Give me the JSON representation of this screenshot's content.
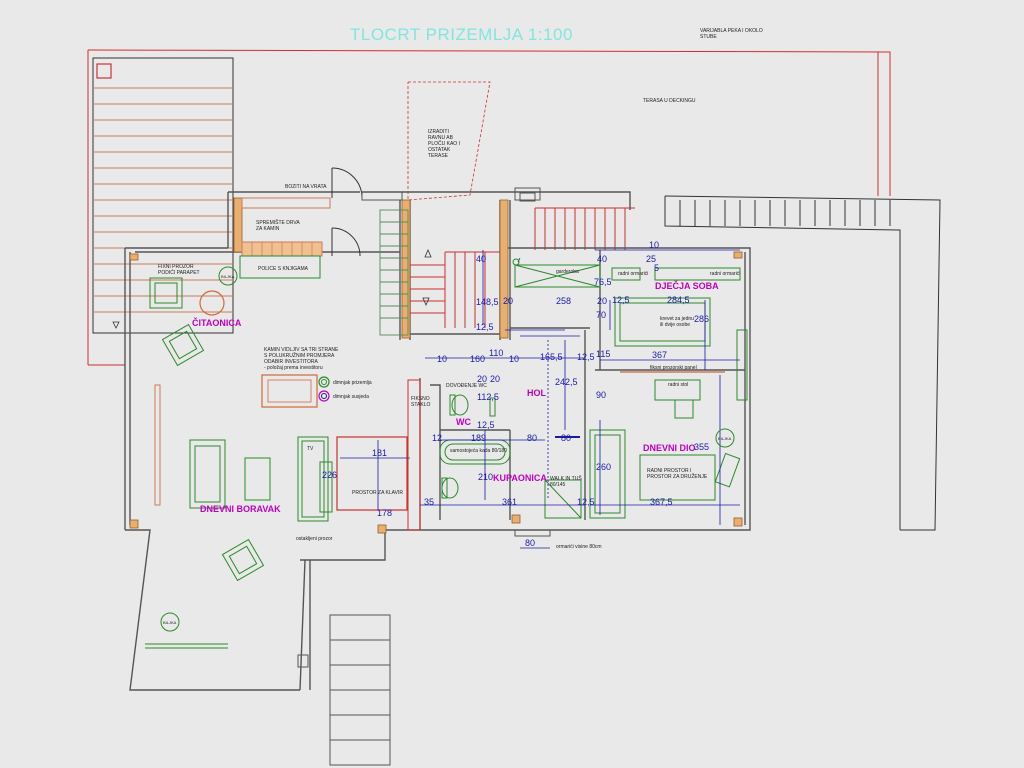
{
  "title": "TLOCRT PRIZEMLJA 1:100",
  "rooms": {
    "citaonica": "ČITAONICA",
    "dnevni_boravak": "DNEVNI BORAVAK",
    "wc": "WC",
    "hol": "HOL",
    "kupaonica": "KUPAONICA",
    "djecja_soba": "DJEČJA SOBA",
    "dnevni_dio": "DNEVNI DIO"
  },
  "notes": {
    "varijabla": [
      "VARIJABLA PEKA I OKOLO",
      "STUBE"
    ],
    "terasa": "TERASA U DECKINGU",
    "izraditi": [
      "IZRADITI",
      "RAVNU AB",
      "PLOČU KAO I",
      "OSTATAK",
      "TERASE"
    ],
    "bozici": "BOZITI NA VRATA",
    "spremiste": [
      "SPREMIŠTE DRVA",
      "ZA KAMIN"
    ],
    "police": "POLICE S KNJIGAMA",
    "fiksni": [
      "FIXNI PROZOR",
      "PODIĆI PARAPET"
    ],
    "kamin": [
      "KAMIN VIDLJIV SA TRI STRANE",
      "S POLUKRUŽNIM PROMJERA",
      "ODABIR INVESTITORA",
      "- položaj prema investitoru"
    ],
    "dimnjak_prizemlja": "dimnjak prizemlja",
    "dimnjak_susjeda": "dimnjak susjeda",
    "fiksno_staklo": [
      "FIKSNO",
      "STAKLO"
    ],
    "dovodjenje_wc": "DOVOĐENJE WC",
    "garderoba": "garderoba",
    "radni_ormarici": "radni ormarići",
    "krevet": [
      "krevet za jednu",
      "ili dvije osobe"
    ],
    "fiksni_prozorski_panel": "fiksni prozorski panel",
    "radni_stol": "radni stol",
    "samostojeca_kada": "samostojeća kada 80/180",
    "walk_in": [
      "WALK IN TUŠ",
      "80/145"
    ],
    "tv": "TV",
    "prostor_klavir": "PROSTOR ZA KLAVIR",
    "radni_prostor": [
      "RADNI PROSTOR I",
      "PROSTOR ZA DRUŽENJE"
    ],
    "ostakljeni": "ostakljeni prozor",
    "ormarici_visine": "ormarići visine 80cm",
    "rasvjeta": "RASVJETA",
    "bijka": "BILJKA"
  },
  "dimensions": {
    "d40a": "40",
    "d148": "148,5",
    "d20a": "20",
    "d12a": "12,5",
    "d258": "258",
    "d40b": "40",
    "d76": "76,5",
    "d20b": "20",
    "d12b": "12,5",
    "d25": "25",
    "d10a": "10",
    "d5": "5",
    "d284": "284,5",
    "d70": "70",
    "d286": "286",
    "d10b": "10",
    "d160": "160",
    "d110": "110",
    "d10c": "10",
    "d165": "165,5",
    "d12c": "12,5",
    "d115": "115",
    "d367a": "367",
    "d20c": "20",
    "d20d": "20",
    "d112": "112,5",
    "d242": "242,5",
    "d90": "90",
    "d12d": "12,5",
    "d189": "189",
    "d80a": "80",
    "d80b": "80",
    "d12e": "12",
    "d12f": "12,5",
    "d355": "355",
    "d210": "210",
    "d260": "260",
    "d35": "35",
    "d361": "361",
    "d12g": "12,5",
    "d367b": "367,5",
    "d80c": "80",
    "d181": "181",
    "d178": "178",
    "d226": "226"
  }
}
